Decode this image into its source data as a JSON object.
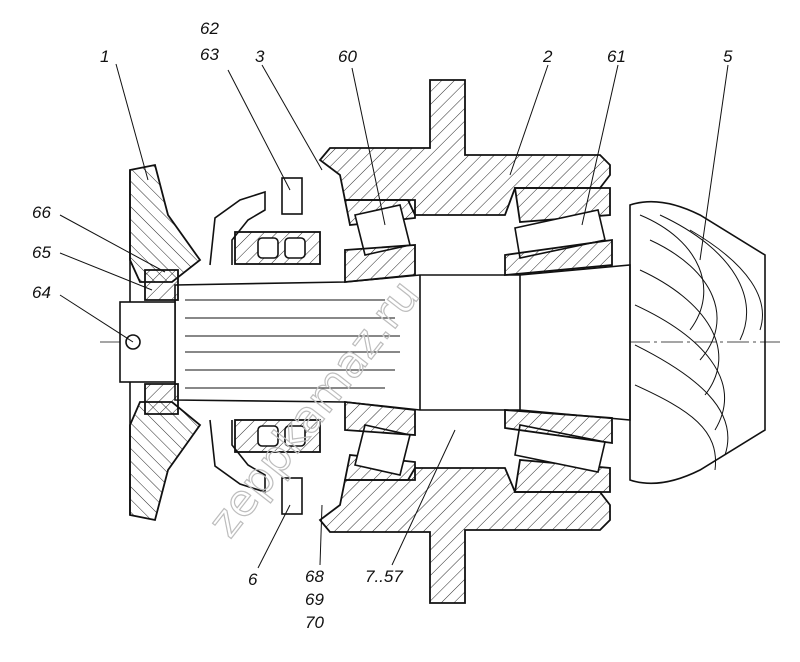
{
  "labels": {
    "l1": "1",
    "l62": "62",
    "l63": "63",
    "l3": "3",
    "l60": "60",
    "l2": "2",
    "l61": "61",
    "l5": "5",
    "l66": "66",
    "l65": "65",
    "l64": "64",
    "l6": "6",
    "l68": "68",
    "l69": "69",
    "l70": "70",
    "l757": "7..57"
  },
  "watermark": "zeppkamaz.ru"
}
